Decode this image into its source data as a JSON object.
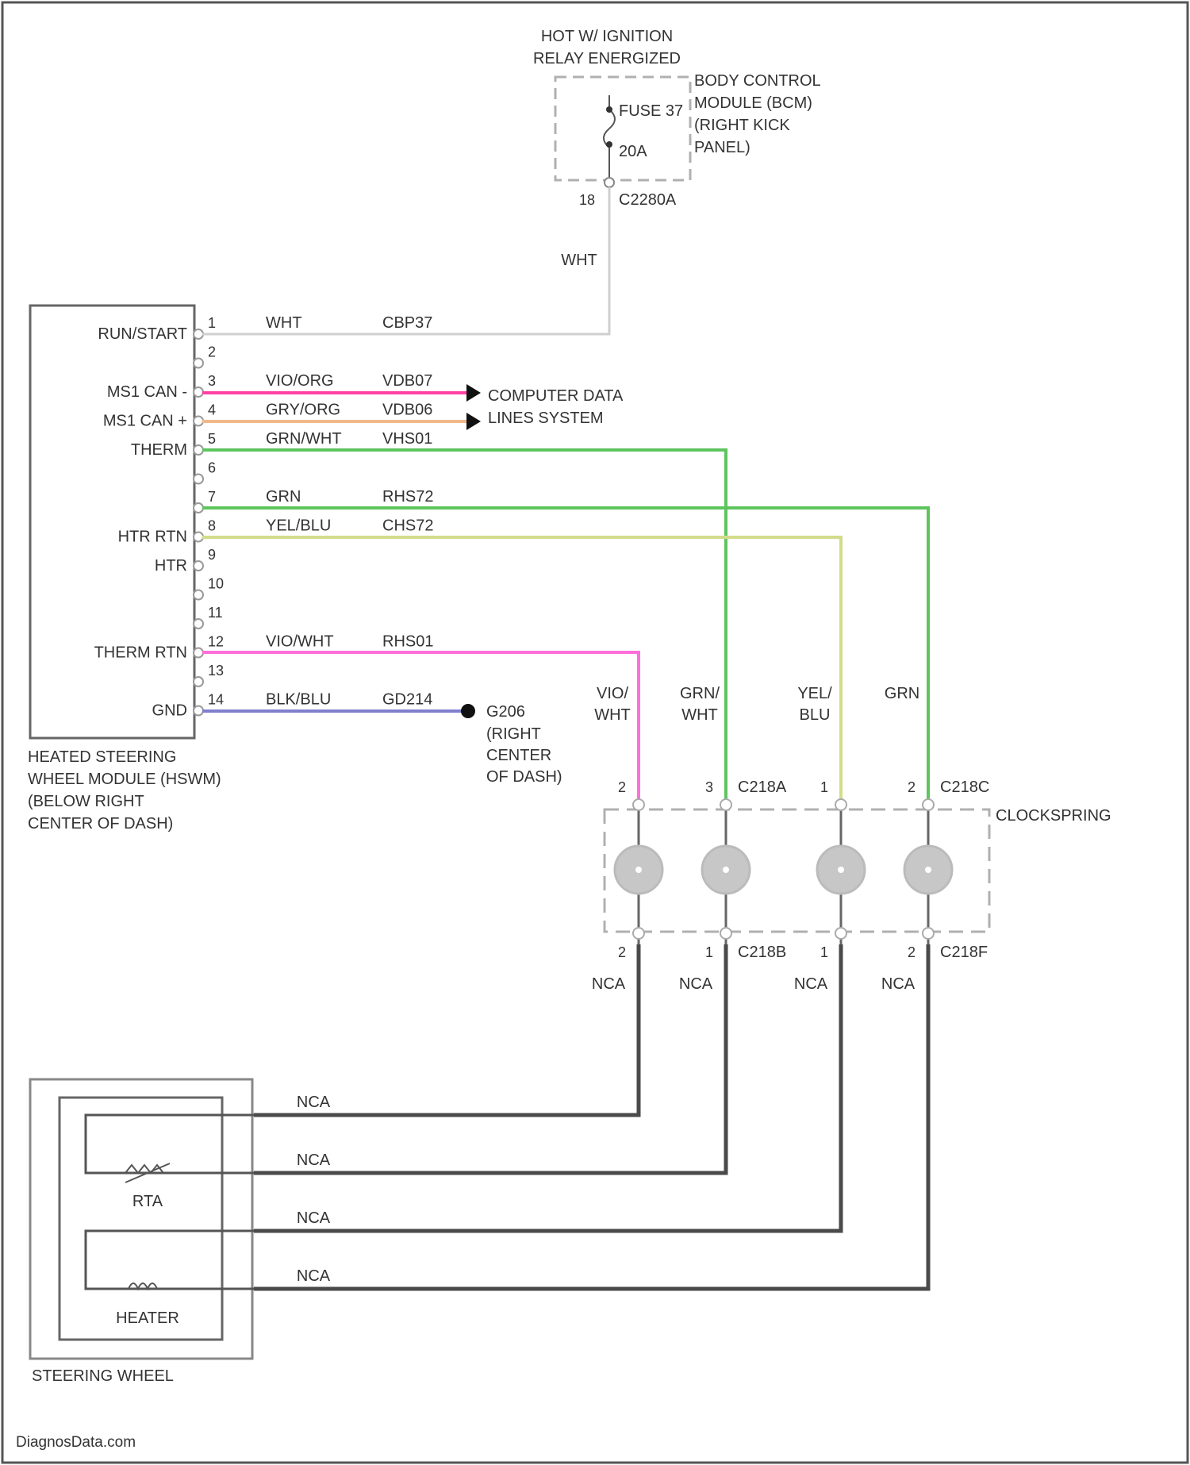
{
  "power_source": {
    "line1": "HOT W/ IGNITION",
    "line2": "RELAY ENERGIZED"
  },
  "bcm": {
    "lines": [
      "BODY CONTROL",
      "MODULE (BCM)",
      "(RIGHT KICK",
      "PANEL)"
    ],
    "fuse_label": "FUSE 37",
    "fuse_rating": "20A",
    "connector_pin": "18",
    "connector": "C2280A",
    "wire_color": "WHT"
  },
  "hswm": {
    "caption": [
      "HEATED STEERING",
      "WHEEL MODULE (HSWM)",
      "(BELOW RIGHT",
      "CENTER OF DASH)"
    ],
    "pins": [
      {
        "num": "1",
        "name": "RUN/START",
        "color": "WHT",
        "circuit": "CBP37",
        "wire": "#cfcfcf"
      },
      {
        "num": "2",
        "name": "",
        "color": "",
        "circuit": "",
        "wire": ""
      },
      {
        "num": "3",
        "name": "MS1 CAN -",
        "color": "VIO/ORG",
        "circuit": "VDB07",
        "wire": "#ff3fa5"
      },
      {
        "num": "4",
        "name": "MS1 CAN +",
        "color": "GRY/ORG",
        "circuit": "VDB06",
        "wire": "#f0b98a"
      },
      {
        "num": "5",
        "name": "THERM",
        "color": "GRN/WHT",
        "circuit": "VHS01",
        "wire": "#5ec55e"
      },
      {
        "num": "6",
        "name": "",
        "color": "",
        "circuit": "",
        "wire": ""
      },
      {
        "num": "7",
        "name": "",
        "color": "GRN",
        "circuit": "RHS72",
        "wire": ""
      },
      {
        "num": "8",
        "name": "HTR RTN",
        "color": "YEL/BLU",
        "circuit": "CHS72",
        "wire": "#5ec55e"
      },
      {
        "num": "9",
        "name": "HTR",
        "color": "",
        "circuit": "",
        "wire": "#d3dc8a"
      },
      {
        "num": "10",
        "name": "",
        "color": "",
        "circuit": "",
        "wire": ""
      },
      {
        "num": "11",
        "name": "",
        "color": "",
        "circuit": "",
        "wire": ""
      },
      {
        "num": "12",
        "name": "THERM RTN",
        "color": "VIO/WHT",
        "circuit": "RHS01",
        "wire": "#ff6fd9"
      },
      {
        "num": "13",
        "name": "",
        "color": "",
        "circuit": "",
        "wire": ""
      },
      {
        "num": "14",
        "name": "GND",
        "color": "BLK/BLU",
        "circuit": "GD214",
        "wire": "#7f7fcc"
      }
    ]
  },
  "network": {
    "line1": "COMPUTER DATA",
    "line2": "LINES SYSTEM"
  },
  "ground": {
    "id": "G206",
    "lines": [
      "(RIGHT",
      "CENTER",
      "OF DASH)"
    ]
  },
  "clockspring": {
    "label": "CLOCKSPRING",
    "top_connectors": [
      "C218A",
      "C218C"
    ],
    "bottom_connectors": [
      "C218B",
      "C218F"
    ],
    "wires": [
      {
        "color_line1": "VIO/",
        "color_line2": "WHT",
        "top_pin": "2",
        "bottom_pin": "2",
        "nca": "NCA",
        "stroke": "#ff6fd9"
      },
      {
        "color_line1": "GRN/",
        "color_line2": "WHT",
        "top_pin": "3",
        "bottom_pin": "1",
        "nca": "NCA",
        "stroke": "#5ec55e"
      },
      {
        "color_line1": "YEL/",
        "color_line2": "BLU",
        "top_pin": "1",
        "bottom_pin": "1",
        "nca": "NCA",
        "stroke": "#d3dc8a"
      },
      {
        "color_line1": "GRN",
        "color_line2": "",
        "top_pin": "2",
        "bottom_pin": "2",
        "nca": "NCA",
        "stroke": "#5ec55e"
      }
    ]
  },
  "steering_wheel": {
    "label": "STEERING WHEEL",
    "thermistor_label": "RTA",
    "heater_label": "HEATER",
    "wire_labels": [
      "NCA",
      "NCA",
      "NCA",
      "NCA"
    ]
  },
  "watermark": "DiagnosData.com",
  "colors": {
    "nca_wire": "#4a4a4a",
    "dashed_box": "#b0b0b0",
    "border": "#555555"
  }
}
